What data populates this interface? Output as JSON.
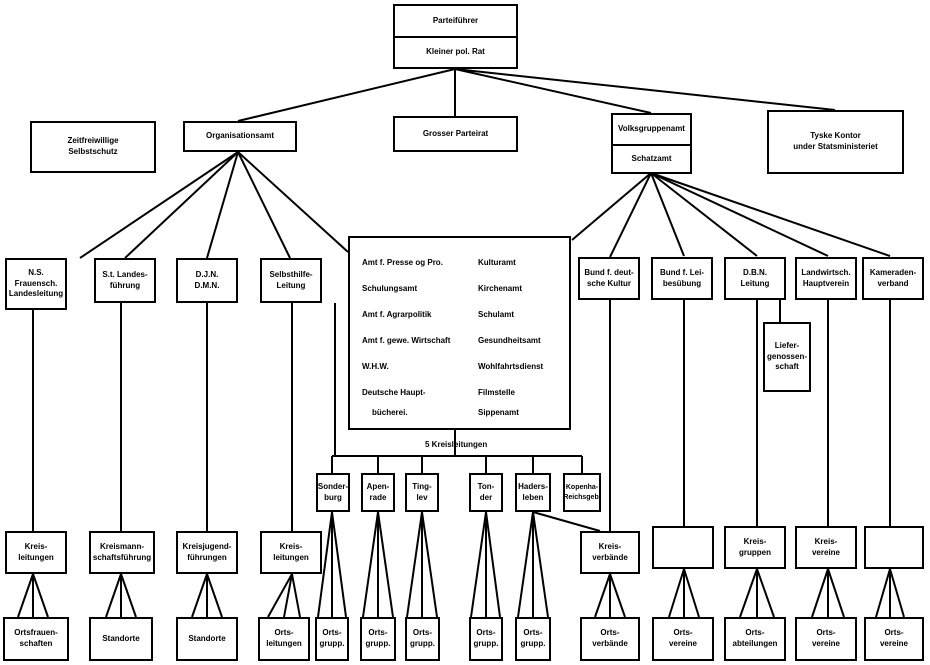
{
  "top": {
    "parteifuehrer": "Parteiführer",
    "kleiner_rat": "Kleiner pol. Rat"
  },
  "level2": {
    "zeitfreiwillige": "Zeitfreiwillige\nSelbstschutz",
    "organisationsamt": "Organisationsamt",
    "grosser_parteirat": "Grosser Parteirat",
    "volksgruppenamt": "Volksgruppenamt",
    "schatzamt": "Schatzamt",
    "tyske_kontor": "Tyske Kontor\nunder Statsministeriet"
  },
  "org_children": [
    "N.S. Frauensch.\nLandesleitung",
    "S.t. Landes-\nführung",
    "D.J.N.\nD.M.N.",
    "Selbsthilfe-\nLeitung"
  ],
  "central_office": {
    "left": [
      "Amt f. Presse og Pro.",
      "Schulungsamt",
      "Amt f. Agrarpolitik",
      "Amt f. gewe. Wirtschaft",
      "W.H.W.",
      "Deutsche Haupt-",
      "bücherei."
    ],
    "right": [
      "Kulturamt",
      "Kirchenamt",
      "Schulamt",
      "Gesundheitsamt",
      "Wohlfahrtsdienst",
      "Filmstelle",
      "Sippenamt"
    ]
  },
  "kreisleitungen_label": "5 Kreisleitungen",
  "kreise": [
    "Sonder-\nburg",
    "Apen-\nrade",
    "Ting-\nlev",
    "Ton-\nder",
    "Haders-\nleben",
    "Kopenha-\nReichsgeb."
  ],
  "vg_children": [
    "Bund f. deut-\nsche Kultur",
    "Bund f. Lei-\nbesübung",
    "D.B.N.\nLeitung",
    "Landwirtsch.\nHauptverein",
    "Kameraden-\nverband"
  ],
  "liefergenossenschaft": "Liefer-\ngenossen-\nschaft",
  "row5_left": [
    "Kreis-\nleitungen",
    "Kreismann-\nschaftsführung",
    "Kreisjugend-\nführungen",
    "Kreis-\nleitungen"
  ],
  "row5_right": [
    "Kreis-\nverbände",
    "",
    "Kreis-\ngruppen",
    "Kreis-\nvereine",
    ""
  ],
  "row6": [
    "Ortsfrauen-\nschaften",
    "Standorte",
    "Standorte",
    "Orts-\nleitungen",
    "Orts-\ngrupp.",
    "Orts-\ngrupp.",
    "Orts-\ngrupp.",
    "Orts-\ngrupp.",
    "Orts-\ngrupp.",
    "Orts-\nverbände",
    "Orts-\nvereine",
    "Orts-\nabteilungen",
    "Orts-\nvereine",
    "Orts-\nvereine"
  ]
}
